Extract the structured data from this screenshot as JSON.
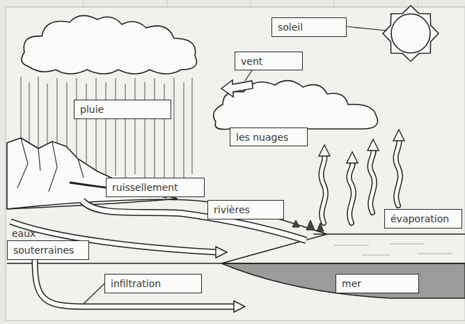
{
  "diagram": {
    "nodes": [
      {
        "text": [
          "soleil"
        ]
      },
      {
        "text": [
          "vent"
        ]
      },
      {
        "text": [
          "pluie"
        ]
      },
      {
        "text": [
          "les nuages"
        ]
      },
      {
        "text": [
          "ruissellement"
        ]
      },
      {
        "text": [
          "rivières"
        ]
      },
      {
        "text": [
          "évaporation"
        ]
      },
      {
        "text": [
          "eaux",
          "souterraines"
        ]
      },
      {
        "text": [
          "infiltration"
        ]
      },
      {
        "text": [
          "mer"
        ]
      }
    ]
  }
}
